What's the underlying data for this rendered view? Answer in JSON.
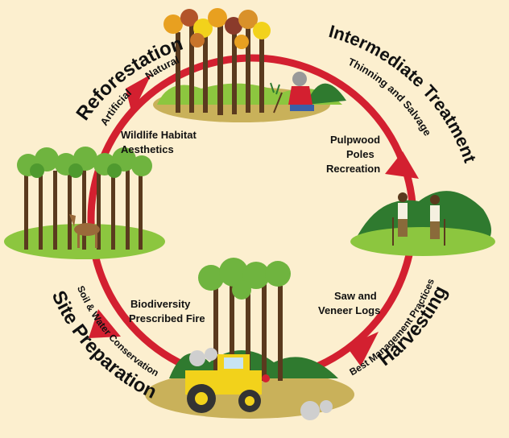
{
  "stages": {
    "reforestation": {
      "title": "Reforestation",
      "sub_a": "Artificial",
      "sub_b": "Natural"
    },
    "intermediate": {
      "title": "Intermediate Treatment",
      "sub": "Thinning and Salvage"
    },
    "harvesting": {
      "title": "Harvesting",
      "sub": "Best Management Practices"
    },
    "site_prep": {
      "title": "Site Preparation",
      "sub": "Soil & Water Conservation"
    }
  },
  "benefits": {
    "wildlife": [
      "Wildlife Habitat",
      "Aesthetics"
    ],
    "pulpwood": [
      "Pulpwood",
      "Poles",
      "Recreation"
    ],
    "saw": [
      "Saw and",
      "Veneer Logs"
    ],
    "bio": [
      "Biodiversity",
      "Prescribed Fire"
    ]
  },
  "colors": {
    "background": "#fcefcf",
    "cycle_arrow": "#d32030",
    "grass": "#8cc63f",
    "soil": "#c9b15a",
    "trunk": "#5a3a1e",
    "canopy": "#6fb43f",
    "autumn_leaves": "#e8a020",
    "bulldozer": "#f2d21b"
  }
}
